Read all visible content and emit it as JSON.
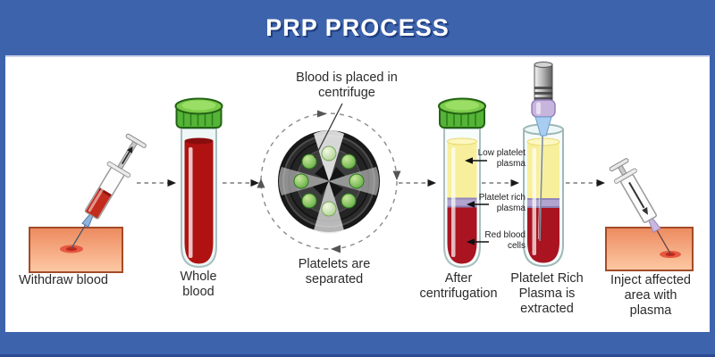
{
  "header": {
    "title": "PRP PROCESS"
  },
  "steps": [
    {
      "name": "withdraw-blood",
      "label": "Withdraw blood"
    },
    {
      "name": "whole-blood",
      "label": "Whole\nblood"
    },
    {
      "name": "centrifuge",
      "caption_top": "Blood is placed in\ncentrifuge",
      "caption_bottom": "Platelets are\nseparated"
    },
    {
      "name": "after-centrifugation",
      "label": "After\ncentrifugation",
      "layers": [
        {
          "name": "low-platelet-plasma",
          "label": "Low platelet\nplasma",
          "color": "#f8ef9c"
        },
        {
          "name": "platelet-rich-plasma",
          "label": "Platelet rich\nplasma",
          "color": "#b1a5cf"
        },
        {
          "name": "red-blood-cells",
          "label": "Red blood\ncells",
          "color": "#a91420"
        }
      ]
    },
    {
      "name": "prp-extracted",
      "label": "Platelet Rich\nPlasma is\nextracted"
    },
    {
      "name": "inject-plasma",
      "label": "Inject affected\narea with\nplasma"
    }
  ],
  "colors": {
    "header_blue": "#3d63ad",
    "header_edge": "#2b4a8f",
    "blood_red": "#b01212",
    "plasma_yellow": "#f8ef9c",
    "prp_purple": "#b1a5cf",
    "cap_green": "#55b437",
    "skin_orange": "#ee8d63",
    "arrow_gray": "#7a7a7a"
  }
}
